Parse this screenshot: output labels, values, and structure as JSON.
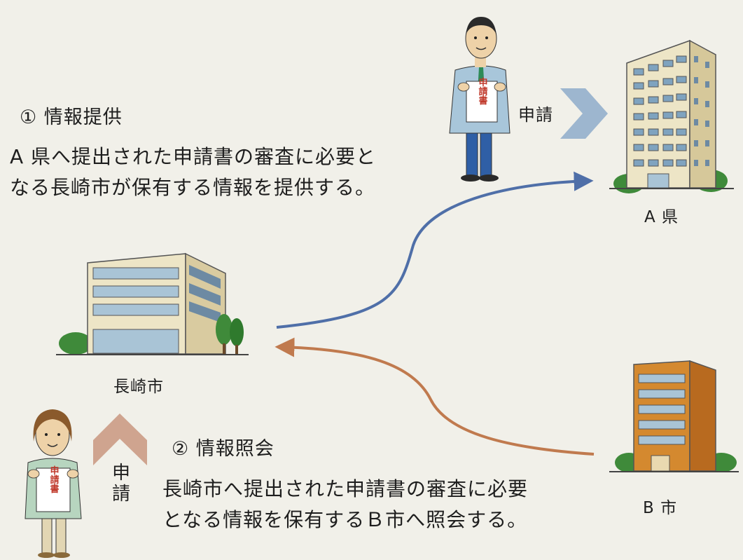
{
  "section1": {
    "heading": "① 情報提供",
    "body": [
      "A 県へ提出された申請書の審査に必要と",
      "なる長崎市が保有する情報を提供する。"
    ]
  },
  "section2": {
    "heading": "② 情報照会",
    "body": [
      "長崎市へ提出された申請書の審査に必要",
      "となる情報を保有するＢ市へ照会する。"
    ]
  },
  "entities": {
    "a_ken": "A 県",
    "nagasaki": "長崎市",
    "b_shi": "B 市"
  },
  "arrows": {
    "apply_top": "申請",
    "apply_left": "申請"
  },
  "document_tag": "申請書",
  "colors": {
    "provide_arrow": "#4f6fa8",
    "inquiry_arrow": "#c07a4e",
    "chevron_blue": "#9db6cf",
    "chevron_pink": "#cfa48f"
  }
}
